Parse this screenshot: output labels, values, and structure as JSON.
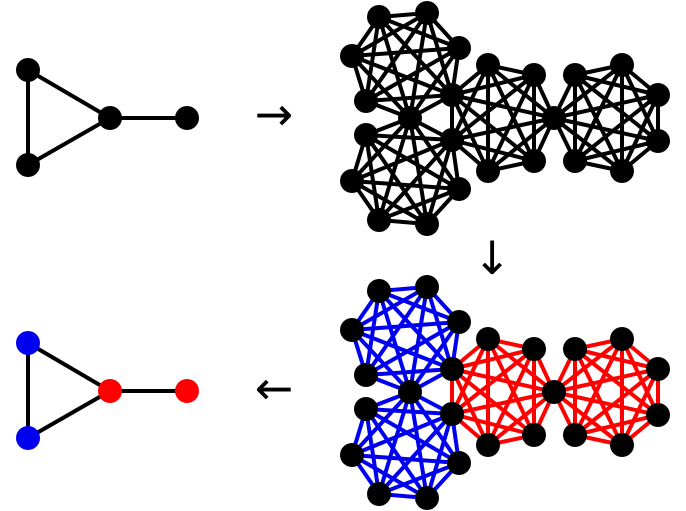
{
  "colors": {
    "default": "#000000",
    "blue": "#0000ee",
    "red": "#ff0000"
  },
  "arrows": {
    "right": "→",
    "down": "↓",
    "left": "←"
  },
  "small_graph": {
    "nodes": [
      "a",
      "b",
      "c",
      "d"
    ],
    "edges": [
      [
        "a",
        "b"
      ],
      [
        "a",
        "c"
      ],
      [
        "b",
        "c"
      ],
      [
        "c",
        "d"
      ]
    ]
  },
  "colored_small_graph": {
    "node_colors": {
      "a": "blue",
      "b": "blue",
      "c": "red",
      "d": "red"
    }
  },
  "blowup": {
    "clique_size": 7,
    "cliques": [
      {
        "id": "A",
        "color": "blue"
      },
      {
        "id": "B",
        "color": "blue"
      },
      {
        "id": "C",
        "color": "red"
      },
      {
        "id": "D",
        "color": "red"
      }
    ],
    "shared_vertices": [
      [
        "A",
        "B"
      ],
      [
        "A",
        "C"
      ],
      [
        "B",
        "C"
      ],
      [
        "C",
        "D"
      ]
    ]
  }
}
